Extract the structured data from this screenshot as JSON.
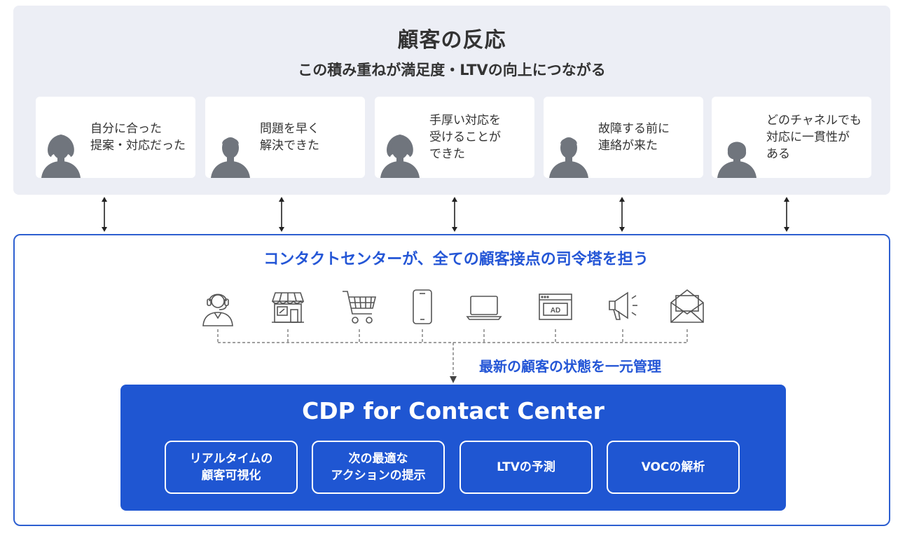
{
  "top": {
    "title": "顧客の反応",
    "subtitle": "この積み重ねが満足度・LTVの向上につながる",
    "voices": [
      {
        "text": "自分に合った\n提案・対応だった",
        "avatar": "woman-icon"
      },
      {
        "text": "問題を早く\n解決できた",
        "avatar": "man-icon"
      },
      {
        "text": "手厚い対応を\n受けることが\nできた",
        "avatar": "woman-icon"
      },
      {
        "text": "故障する前に\n連絡が来た",
        "avatar": "man-icon"
      },
      {
        "text": "どのチャネルでも\n対応に一貫性が\nある",
        "avatar": "person-icon"
      }
    ]
  },
  "contact_center": {
    "title": "コンタクトセンターが、全ての顧客接点の司令塔を担う",
    "channels": [
      "operator-headset-icon",
      "store-icon",
      "shopping-cart-icon",
      "smartphone-icon",
      "laptop-icon",
      "web-ad-icon",
      "megaphone-icon",
      "email-icon"
    ],
    "ad_label": "AD",
    "management_label": "最新の顧客の状態を一元管理"
  },
  "cdp": {
    "title": "CDP for Contact Center",
    "features": [
      "リアルタイムの\n顧客可視化",
      "次の最適な\nアクションの提示",
      "LTVの予測",
      "VOCの解析"
    ]
  },
  "colors": {
    "accent_blue": "#2456d6",
    "cdp_blue": "#1f56d2",
    "panel_gray": "#eceef5",
    "avatar_gray": "#70757d",
    "icon_gray": "#555555"
  }
}
